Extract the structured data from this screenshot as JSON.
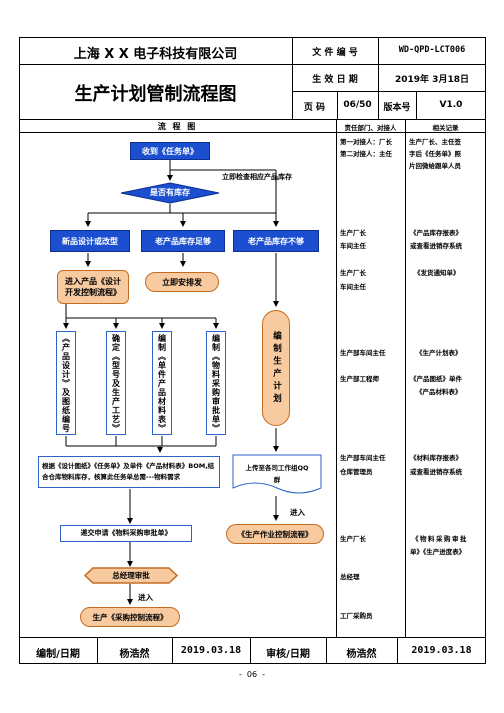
{
  "header": {
    "company": "上海 X X 电子科技有限公司",
    "doc_no_label": "文 件 编 号",
    "doc_no": "WD-QPD-LCT006",
    "title": "生产计划管制流程图",
    "eff_date_label": "生 效 日 期",
    "eff_date": "2019年 3月18日",
    "page_label": "页 码",
    "page": "06/50",
    "version_label": "版本号",
    "version": "V1.0"
  },
  "columns": {
    "flow": "流 程 图",
    "dept": "责任部门、对接人",
    "record": "相关记录"
  },
  "flow": {
    "receive": "收到《任务单》",
    "check_note": "立即检查相应产品库存",
    "has_stock": "是否有库存",
    "new_product": "新品设计或改型",
    "old_enough": "老产品库存足够",
    "old_lack": "老产品库存不够",
    "enter_design": "进入产品《设计开发控制流程》",
    "arrange_ship": "立即安排发",
    "v1": "《产品设计》及图纸编号",
    "v2": "确定《型号及生产工艺》",
    "v3": "编制《单件产品材料表》",
    "v4": "编制《物料采购审批单》",
    "v5": "编制生产计划",
    "bom_box": "根据《设计图纸》《任务单》及单件《产品材料表》BOM,结合仓库物料库存，核算此任务单总需---物料需求",
    "upload_box": "上传至各司工作组QQ群",
    "enter1": "进入",
    "prod_ctrl": "《生产作业控制流程》",
    "submit": "递交申请《物料采购审批单》",
    "gm": "总经理审批",
    "enter2": "进入",
    "purchase": "生产《采购控制流程》"
  },
  "dept": [
    "第一对接人：厂长",
    "第二对接人：主任",
    "生产厂长",
    "车间主任",
    "生产厂长",
    "车间主任",
    "生产部车间主任",
    "生产部工程师",
    "生产部车间主任",
    "仓库管理员",
    "生产厂长",
    "总经理",
    "工厂采购员"
  ],
  "records": [
    "生产厂长、主任签",
    "字后《任务单》照",
    "片回微给跟单人员",
    "《产品库存报表》",
    "或查看进销存系统",
    "《发货通知单》",
    "《生产计划表》",
    "《产品图纸》单件",
    "《产品材料表》",
    "《材料库存报表》",
    "或查看进销存系统",
    "《物料采购审批",
    "单》《生产进度表》"
  ],
  "footer": {
    "edit_label": "编制/日期",
    "editor": "杨浩然",
    "edit_date": "2019.03.18",
    "review_label": "审核/日期",
    "reviewer": "杨浩然",
    "review_date": "2019.03.18",
    "page_mark": "-  06  -"
  },
  "colors": {
    "blue": "#1b4fd0",
    "peach": "#f7caa0",
    "arrow": "#000000"
  }
}
